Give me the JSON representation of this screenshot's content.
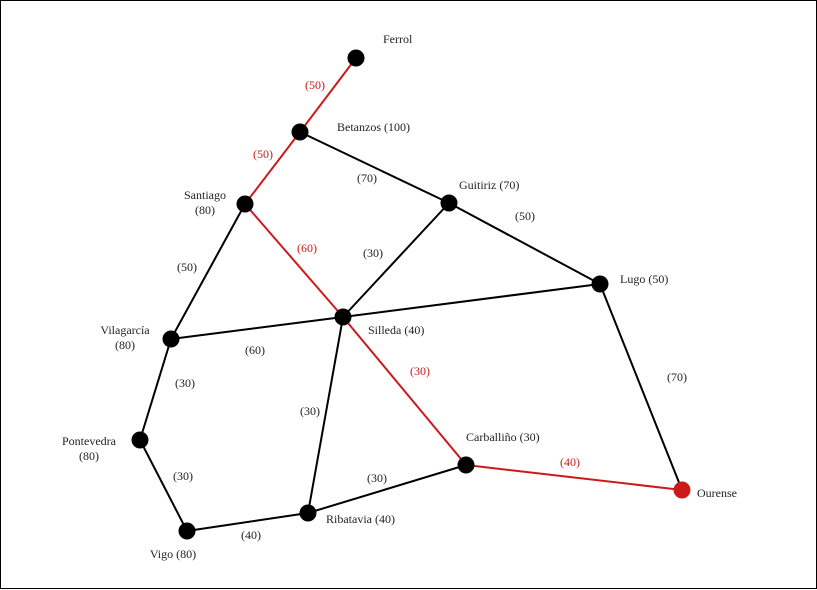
{
  "nodes": [
    {
      "id": "ferrol",
      "label_lines": [
        "Ferrol"
      ],
      "color": "#000000"
    },
    {
      "id": "betanzos",
      "label_lines": [
        "Betanzos (100)"
      ],
      "color": "#000000"
    },
    {
      "id": "santiago",
      "label_lines": [
        "Santiago",
        "(80)"
      ],
      "color": "#000000"
    },
    {
      "id": "guitiriz",
      "label_lines": [
        "Guitiriz (70)"
      ],
      "color": "#000000"
    },
    {
      "id": "lugo",
      "label_lines": [
        "Lugo (50)"
      ],
      "color": "#000000"
    },
    {
      "id": "silleda",
      "label_lines": [
        "Silleda (40)"
      ],
      "color": "#000000"
    },
    {
      "id": "vilagarcia",
      "label_lines": [
        "Vilagarcía",
        "(80)"
      ],
      "color": "#000000"
    },
    {
      "id": "pontevedra",
      "label_lines": [
        "Pontevedra",
        "(80)"
      ],
      "color": "#000000"
    },
    {
      "id": "carballino",
      "label_lines": [
        "Carballiño (30)"
      ],
      "color": "#000000"
    },
    {
      "id": "ourense",
      "label_lines": [
        "Ourense"
      ],
      "color": "#cc1a1a"
    },
    {
      "id": "ribatavia",
      "label_lines": [
        "Ribatavia (40)"
      ],
      "color": "#000000"
    },
    {
      "id": "vigo",
      "label_lines": [
        "Vigo (80)"
      ],
      "color": "#000000"
    }
  ],
  "edges": [
    {
      "from": "ferrol",
      "to": "betanzos",
      "weight": "(50)",
      "color": "#cc1a1a"
    },
    {
      "from": "betanzos",
      "to": "santiago",
      "weight": "(50)",
      "color": "#cc1a1a"
    },
    {
      "from": "betanzos",
      "to": "guitiriz",
      "weight": "(70)",
      "color": "#000000"
    },
    {
      "from": "guitiriz",
      "to": "lugo",
      "weight": "(50)",
      "color": "#000000"
    },
    {
      "from": "guitiriz",
      "to": "silleda",
      "weight": "(30)",
      "color": "#000000"
    },
    {
      "from": "santiago",
      "to": "silleda",
      "weight": "(60)",
      "color": "#cc1a1a"
    },
    {
      "from": "santiago",
      "to": "vilagarcia",
      "weight": "(50)",
      "color": "#000000"
    },
    {
      "from": "vilagarcia",
      "to": "silleda",
      "weight": "(60)",
      "color": "#000000"
    },
    {
      "from": "silleda",
      "to": "lugo",
      "weight": "",
      "color": "#000000"
    },
    {
      "from": "lugo",
      "to": "ourense",
      "weight": "(70)",
      "color": "#000000"
    },
    {
      "from": "silleda",
      "to": "carballino",
      "weight": "(30)",
      "color": "#cc1a1a"
    },
    {
      "from": "silleda",
      "to": "ribatavia",
      "weight": "(30)",
      "color": "#000000"
    },
    {
      "from": "vilagarcia",
      "to": "pontevedra",
      "weight": "(30)",
      "color": "#000000"
    },
    {
      "from": "pontevedra",
      "to": "vigo",
      "weight": "(30)",
      "color": "#000000"
    },
    {
      "from": "vigo",
      "to": "ribatavia",
      "weight": "(40)",
      "color": "#000000"
    },
    {
      "from": "ribatavia",
      "to": "carballino",
      "weight": "(30)",
      "color": "#000000"
    },
    {
      "from": "carballino",
      "to": "ourense",
      "weight": "(40)",
      "color": "#cc1a1a"
    }
  ]
}
